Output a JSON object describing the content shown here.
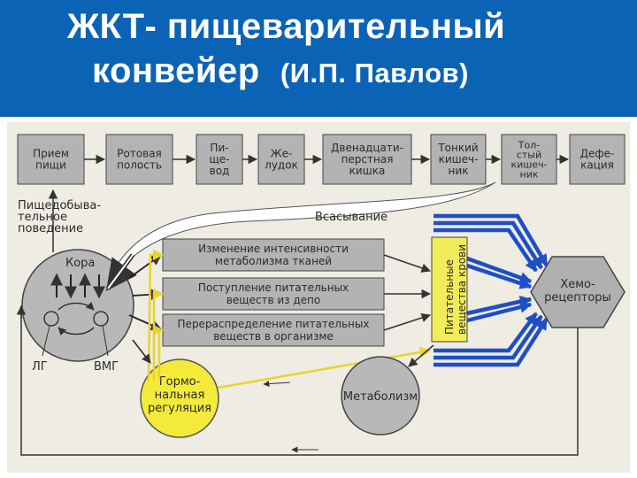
{
  "title": {
    "line1": "ЖКТ- пищеварительный",
    "line2_main": "конвейер",
    "line2_author": "(И.П. Павлов)"
  },
  "conveyor": [
    [
      "Прием",
      "пищи"
    ],
    [
      "Ротовая",
      "полость"
    ],
    [
      "Пи-",
      "ще-",
      "вод"
    ],
    [
      "Же-",
      "лудок"
    ],
    [
      "Двенадцати-",
      "перстная",
      "кишка"
    ],
    [
      "Тонкий",
      "кишеч-",
      "ник"
    ],
    [
      "Тол-",
      "стый",
      "кишеч-",
      "ник"
    ],
    [
      "Дефе-",
      "кация"
    ]
  ],
  "behavior": [
    "Пищедобыва-",
    "тельное",
    "поведение"
  ],
  "absorption": "Всасывание",
  "processes": [
    [
      "Изменение интенсивности",
      "метаболизма тканей"
    ],
    [
      "Поступление питательных",
      "веществ из депо"
    ],
    [
      "Перераспределение питательных",
      "веществ в организме"
    ]
  ],
  "blood": [
    "Питательные",
    "вещества крови"
  ],
  "chemo": [
    "Хемо-",
    "рецепторы"
  ],
  "cortex": "Кора",
  "lg": "ЛГ",
  "vmg": "ВМГ",
  "hormonal": [
    "Гормо-",
    "нальная",
    "регуляция"
  ],
  "metabolism": "Метаболизм",
  "colors": {
    "header_bg": "#0a63b5",
    "box_fill": "#b3b3b3",
    "yellow": "#f1e63e",
    "blue_arrows": "#1f4fc4"
  }
}
